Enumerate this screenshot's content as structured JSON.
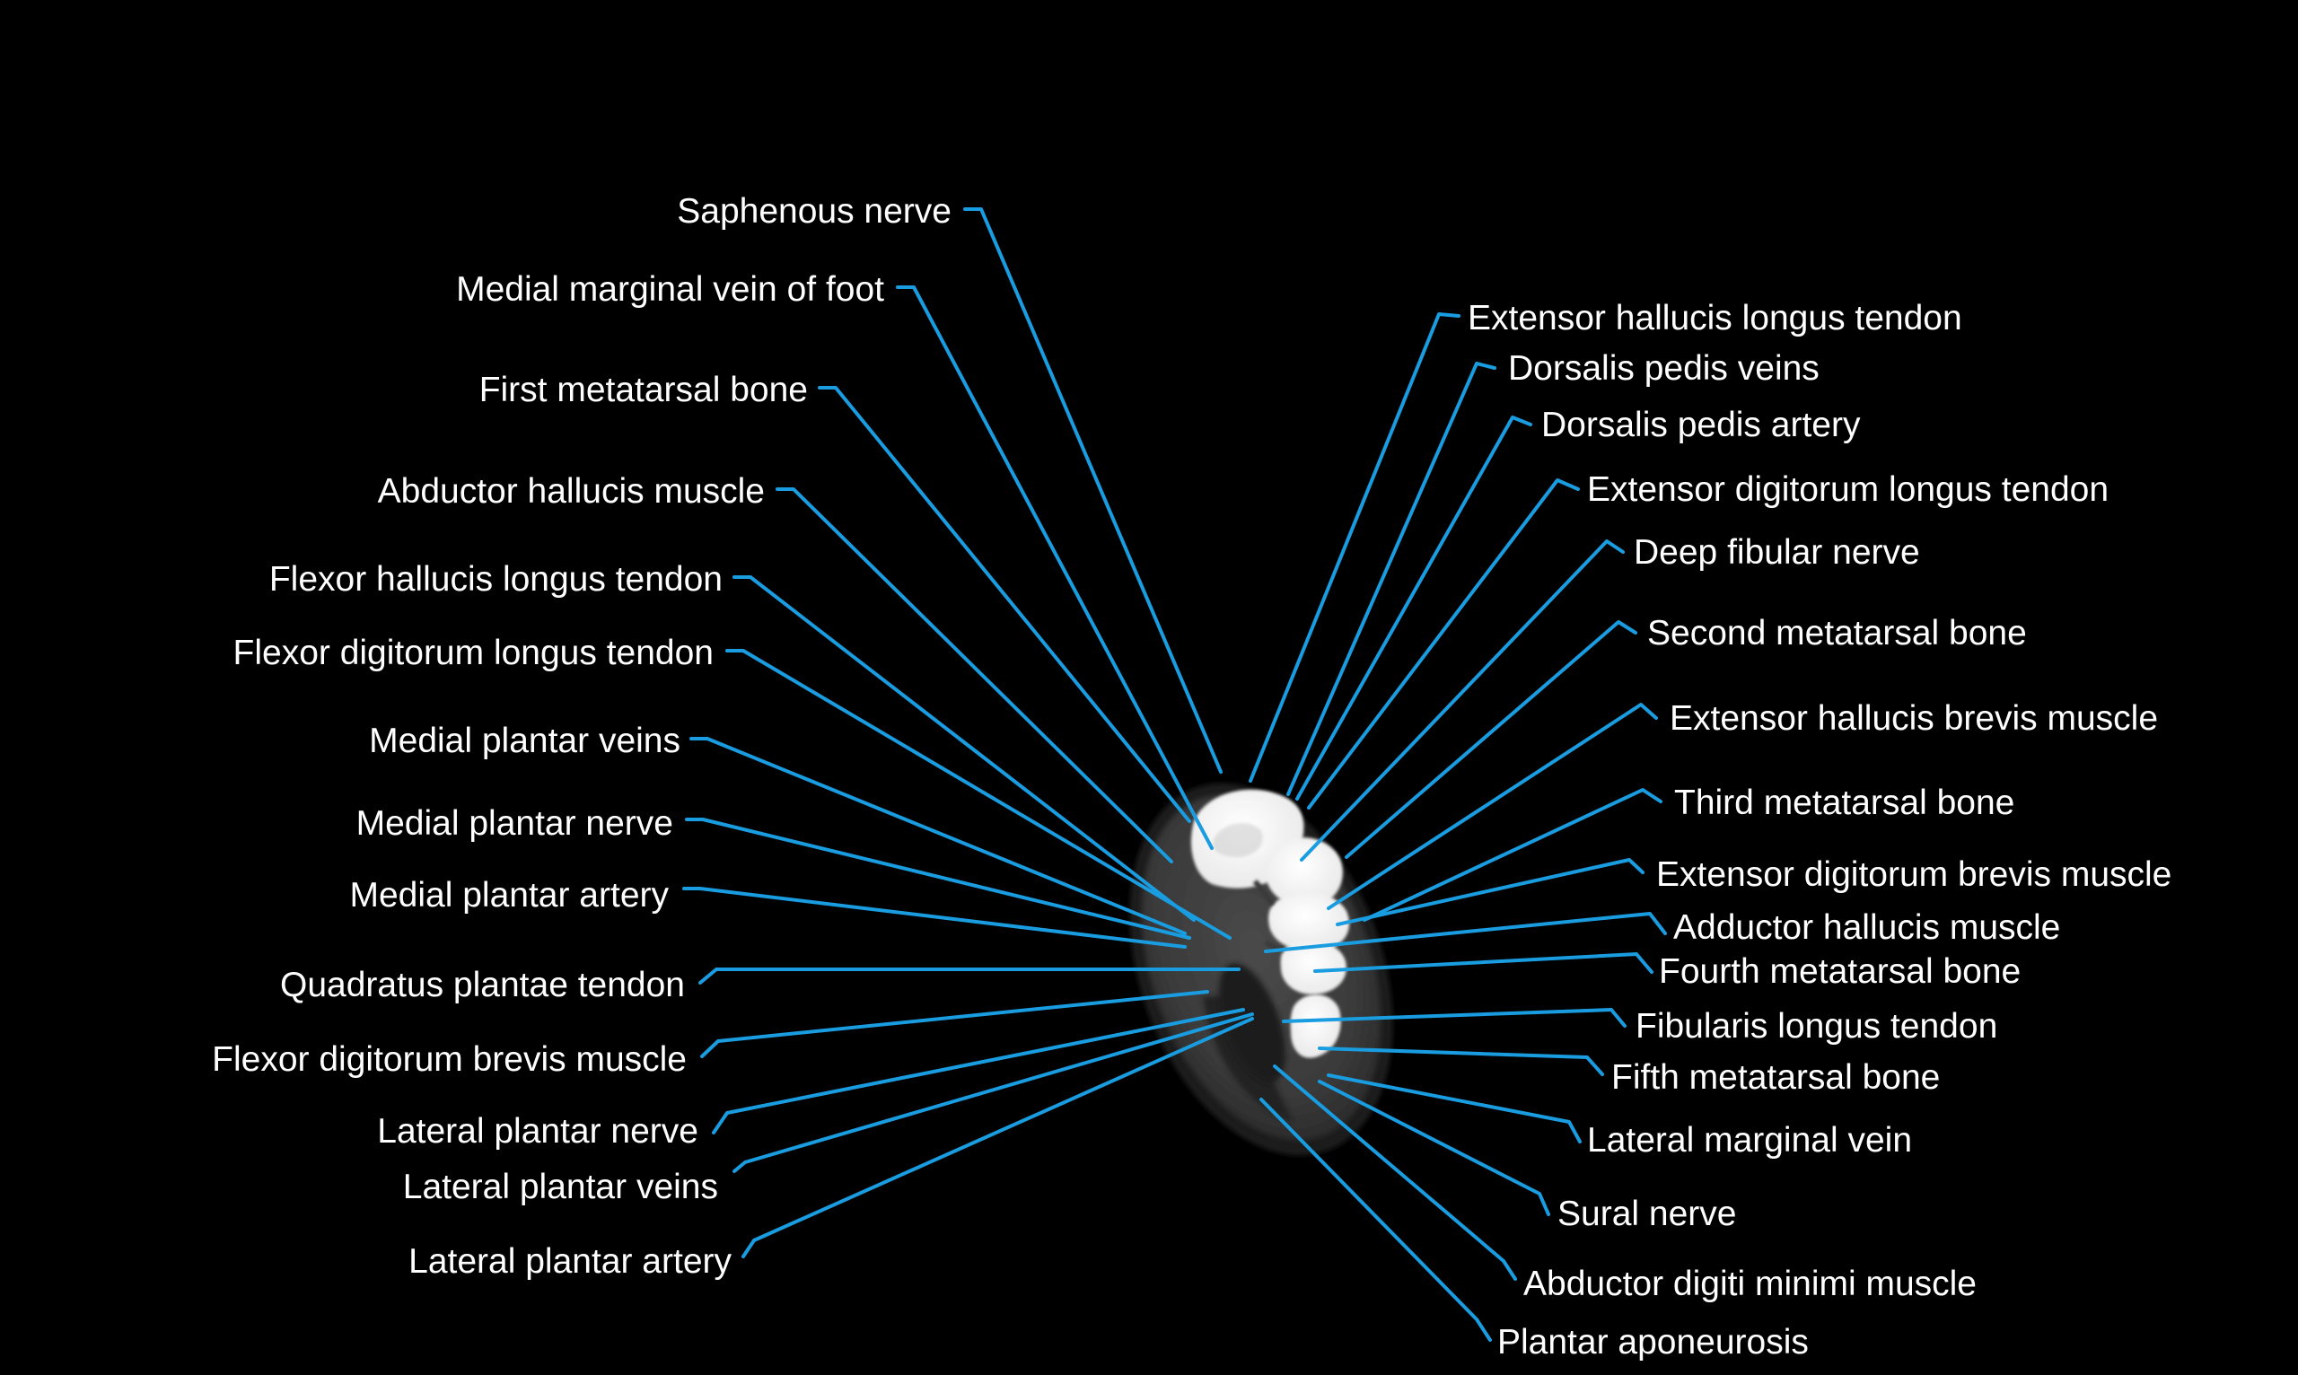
{
  "diagram": {
    "line_color": "#1a9de0",
    "text_color": "#ffffff",
    "background": "#000000",
    "left_labels": [
      "Saphenous nerve",
      "Medial marginal vein of foot",
      "First metatarsal bone",
      "Abductor hallucis muscle",
      "Flexor hallucis longus tendon",
      "Flexor digitorum longus tendon",
      "Medial plantar veins",
      "Medial plantar nerve",
      "Medial plantar artery",
      "Quadratus plantae tendon",
      "Flexor digitorum brevis muscle",
      "Lateral plantar nerve",
      "Lateral plantar veins",
      "Lateral plantar artery"
    ],
    "right_labels": [
      "Extensor hallucis longus tendon",
      "Dorsalis pedis veins",
      "Dorsalis pedis artery",
      "Extensor digitorum longus tendon",
      "Deep fibular nerve",
      "Second metatarsal bone",
      "Extensor hallucis brevis muscle",
      "Third metatarsal bone",
      "Extensor digitorum brevis muscle",
      "Adductor hallucis muscle",
      "Fourth metatarsal bone",
      "Fibularis longus tendon",
      "Fifth metatarsal bone",
      "Lateral marginal vein",
      "Sural nerve",
      "Abductor digiti minimi muscle",
      "Plantar aponeurosis"
    ]
  }
}
